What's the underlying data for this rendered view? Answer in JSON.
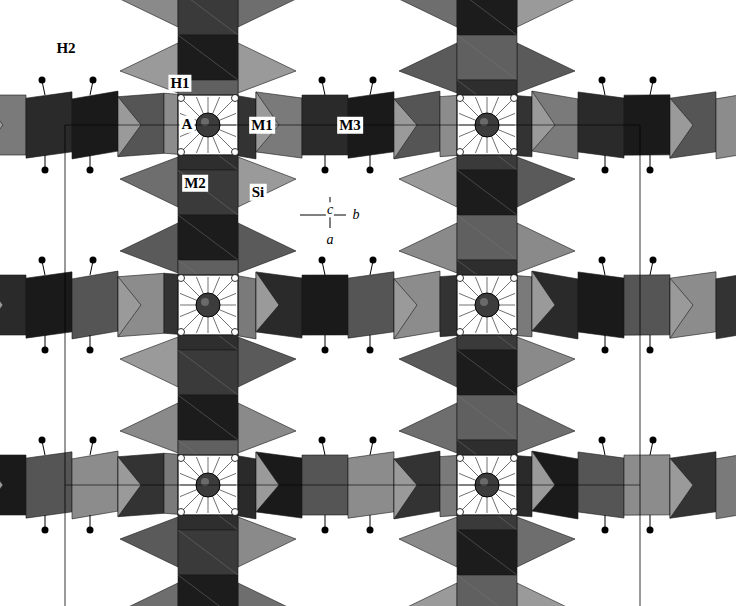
{
  "diagram": {
    "labels": [
      "H2",
      "H1",
      "A",
      "M1",
      "M3",
      "M2",
      "Si",
      "c",
      "b",
      "a"
    ]
  }
}
